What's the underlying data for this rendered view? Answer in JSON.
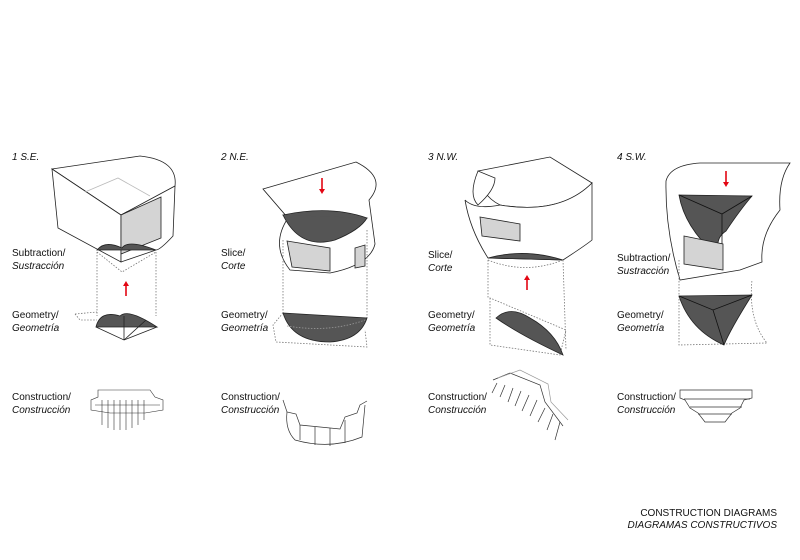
{
  "columns": [
    {
      "title": "1 S.E.",
      "step1": {
        "en": "Subtraction/",
        "es": "Sustracción"
      },
      "geometry": {
        "en": "Geometry/",
        "es": "Geometría"
      },
      "construction": {
        "en": "Construction/",
        "es": "Construcción"
      }
    },
    {
      "title": "2 N.E.",
      "step1": {
        "en": "Slice/",
        "es": "Corte"
      },
      "geometry": {
        "en": "Geometry/",
        "es": "Geometría"
      },
      "construction": {
        "en": "Construction/",
        "es": "Construcción"
      }
    },
    {
      "title": "3 N.W.",
      "step1": {
        "en": "Slice/",
        "es": "Corte"
      },
      "geometry": {
        "en": "Geometry/",
        "es": "Geometría"
      },
      "construction": {
        "en": "Construction/",
        "es": "Construcción"
      }
    },
    {
      "title": "4 S.W.",
      "step1": {
        "en": "Subtraction/",
        "es": "Sustracción"
      },
      "geometry": {
        "en": "Geometry/",
        "es": "Geometría"
      },
      "construction": {
        "en": "Construction/",
        "es": "Construcción"
      }
    }
  ],
  "footer": {
    "title": "CONSTRUCTION DIAGRAMS",
    "subtitle": "DIAGRAMAS CONSTRUCTIVOS"
  },
  "colors": {
    "arrow": "#e30613",
    "solid": "#555555",
    "window": "#d4d4d4",
    "line": "#222222"
  }
}
